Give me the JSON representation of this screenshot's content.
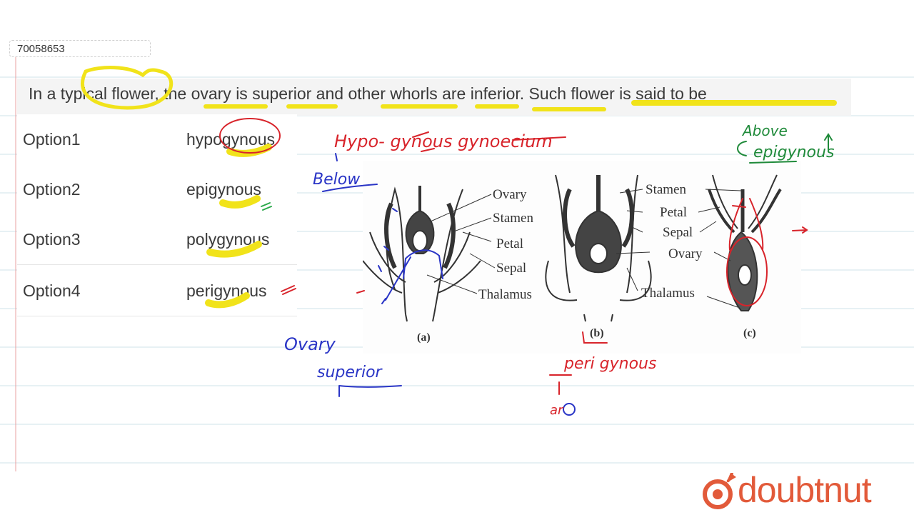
{
  "question_id": "70058653",
  "question": "In a typical flower, the ovary is superior and other whorls are inferior. Such flower is said to be",
  "options": [
    {
      "key": "Option1",
      "value": "hypogynous"
    },
    {
      "key": "Option2",
      "value": "epigynous"
    },
    {
      "key": "Option3",
      "value": "polygynous"
    },
    {
      "key": "Option4",
      "value": "perigynous"
    }
  ],
  "diagram": {
    "labels_a": [
      "Ovary",
      "Stamen",
      "Petal",
      "Sepal",
      "Thalamus"
    ],
    "labels_b": [
      "Stamen",
      "Petal",
      "Sepal",
      "Ovary",
      "Thalamus"
    ],
    "captions": [
      "(a)",
      "(b)",
      "(c)"
    ]
  },
  "annotations": {
    "red_top": "Hypo- gynous gynoecium",
    "blue_below": "Below",
    "green_above": "Above",
    "green_epigynous": "epigynous",
    "blue_ovary": "Ovary",
    "blue_superior": "superior",
    "red_perigynous": "peri gynous",
    "red_around": "ar"
  },
  "logo": {
    "text": "doubtnut",
    "color": "#e25a3a"
  }
}
